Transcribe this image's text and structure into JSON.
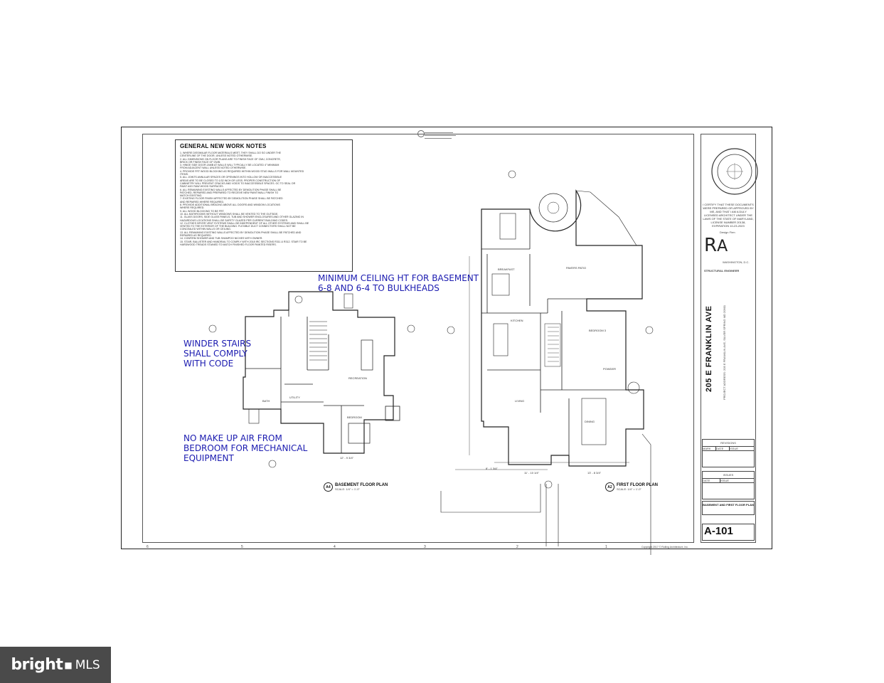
{
  "notes": {
    "title": "GENERAL NEW WORK NOTES",
    "lines": [
      "1.   WHERE DISSIMILAR FLOOR MATERIALS MEET, THEY SHALL DO SO UNDER THE",
      "      CENTERLINE OF THE DOOR, UNLESS NOTED OTHERWISE.",
      "2.   ALL DIMENSIONS ON FLOOR PLANS ARE TO FINISH   FACE OF CMU, CONCRETE,",
      "      BRICK OR FINISH FACE OF GWB.",
      "3.   HINGE SIDE DOOR JAMB AT WALLS WILL TYPICALLY BE LOCATED 4\" MINIMUM",
      "      FROM ADJACENT WALL UNLESS NOTED OTHERWISE.",
      "4.   PROVIDE FRT WOOD BLOCKING AS REQUIRED WITHIN WOOD STUD WALLS FOR WALL MOUNTED",
      "      ITEMS.",
      "5.   ALL JOINTS ANNULAR SPACES OR OPENINGS INTO   HOLLOW OR INACCESSIBLE",
      "      AREAS ARE TO BE CLOSED TO 1/32 INCH OR LESS. PROPER CONSTRUCTION OF",
      "      CABINETRY WILL PREVENT   CRACKS AND VOIDS TO INACCESSIBLE SPACES.    GC TO SEAL OR",
      "      PAINT ANY RAW WOOD SURFACES.",
      "6.   ALL REMAINING EXISTING WALLS AFFECTED BY DEMOLITION PHASE SHALL BE",
      "      PATCHED, REPAIRED AND PREPARED TO RECEIVE NEW PAINT/WALL  FINISH TO",
      "      MATCH EXISTING.",
      "7.   EXISTING FLOOR FINISH AFFECTED BY DEMOLITION PHASE SHALL BE PATCHED",
      "      AND REPAIRED WHERE REQUIRED.",
      "8.   PROVIDE ADDITIONAL BRACING ABOVE ALL DOORS  AND WINDOW LOCATIONS",
      "      WHERE REQUIRED.",
      "9.   ALL WOOD BLOCKING TO BE FRT.",
      "10.  ALL BATHROOMS WITHOUT WINDOWS SHALL BE VENTED TO THE OUTSIDE.",
      "11.  GLASS DOORS, SIDE GLASS PANELS, TUB AND SHOWER ENCLOSURES AND OTHER GLAZING IN",
      "      HAZARDOUS LOCATIONS SHALL BE SAFETY GLAZED PER CURRENT BUILDING CODES.",
      "12.  CLOTHES DRYER VENT SYSTEMS SHALL BE INDEPENDENT OF ALL OTHER SYSTEMS AND SHALL BE",
      "      VENTED TO THE EXTERIOR OF THE BUILDING.  FLEXIBLE  DUCT CONNECTORS SHALL NOT BE",
      "      CONCEALED WITHIN WALLS OR CEILING.",
      "13.  ALL REMAINING EXISTING WALLS AFFECTED BY DEMOLITION PHASE SHALL BE PATCHED AND",
      "      REPAIRED AS REQUIRED.",
      "14.  CONFIRM SHOWER AND TUB SHAMPOO NICHES WITH OWNER.",
      "15.  STAIR, BALUSTER AND HANDRAIL TO COMPLY WITH 2018 IRC SECTIONS R311 & R312.  STAIR TO BE",
      "      HARDWOOD TREADS STAINED TO MATCH FINISHED FLOOR PAINTED RISERS."
    ]
  },
  "annotations": {
    "ceiling_1": "MINIMUM CEILING HT FOR BASEMENT",
    "ceiling_2": "6-8 AND 6-4 TO BULKHEADS",
    "winder_1": "WINDER STAIRS",
    "winder_2": "SHALL COMPLY",
    "winder_3": "WITH CODE",
    "makeup_1": "NO MAKE UP AIR FROM",
    "makeup_2": "BEDROOM  FOR MECHANICAL",
    "makeup_3": "EQUIPMENT"
  },
  "plans": {
    "basement": {
      "tag": "A4",
      "title": "BASEMENT FLOOR PLAN",
      "scale": "SCALE: 1/4\" = 1'-0\""
    },
    "first": {
      "tag": "A2",
      "title": "FIRST FLOOR PLAN",
      "scale": "SCALE: 1/4\" = 1'-0\""
    }
  },
  "rooms": {
    "recreation": "RECREATION",
    "bedroom": "BEDROOM",
    "utility": "UTILITY",
    "bath": "BATH",
    "breakfast": "BREAKFAST",
    "kitchen": "KITCHEN",
    "living": "LIVING",
    "dining": "DINING",
    "bedroom3": "BEDROOM 3",
    "powder": "POWDER",
    "pavers": "PAVERS PATIO"
  },
  "dimensions": {
    "bsmt_width": "12' - 9 3/4\"",
    "ff_width_1": "8' - 1 3/4\"",
    "ff_width_2": "11' - 10 1/4\"",
    "ff_width_3": "13' - 8 3/4\""
  },
  "title_block": {
    "certification": "I CERTIFY THAT THESE DOCUMENTS WERE PREPARED OR APPROVED BY ME, AND THAT I AM A DULY LICENSED ARCHITECT UNDER THE LAWS OF THE STATE OF MARYLAND, LICENSE NUMBER 20138, EXPIRATION 10-23-2023",
    "design_firm": "Design Firm",
    "firm_location": "WASHINGTON, D.C.",
    "structural": "STRUCTURAL ENGINEER",
    "street": "205 E FRANKLIN AVE",
    "project_info": "PROJECT ADDRESS: 205 E FRANKLIN AVE, SILVER SPRING MD 20901",
    "revisions_header": "REVISIONS",
    "rev_cols": [
      "MARK",
      "DATE",
      "ISSUE"
    ],
    "issues_header": "ISSUES",
    "issue_cols": [
      "DATE",
      "ISSUE"
    ],
    "sheet_title": "BASEMENT AND FIRST FLOOR PLAN",
    "sheet_number": "A-101"
  },
  "grid_marks": [
    "6",
    "5",
    "4",
    "3",
    "2",
    "1"
  ],
  "copyright": "Copyright 2017 © Rolling Architecture, Inc.",
  "watermark": {
    "brand": "bright",
    "suffix": "MLS"
  }
}
